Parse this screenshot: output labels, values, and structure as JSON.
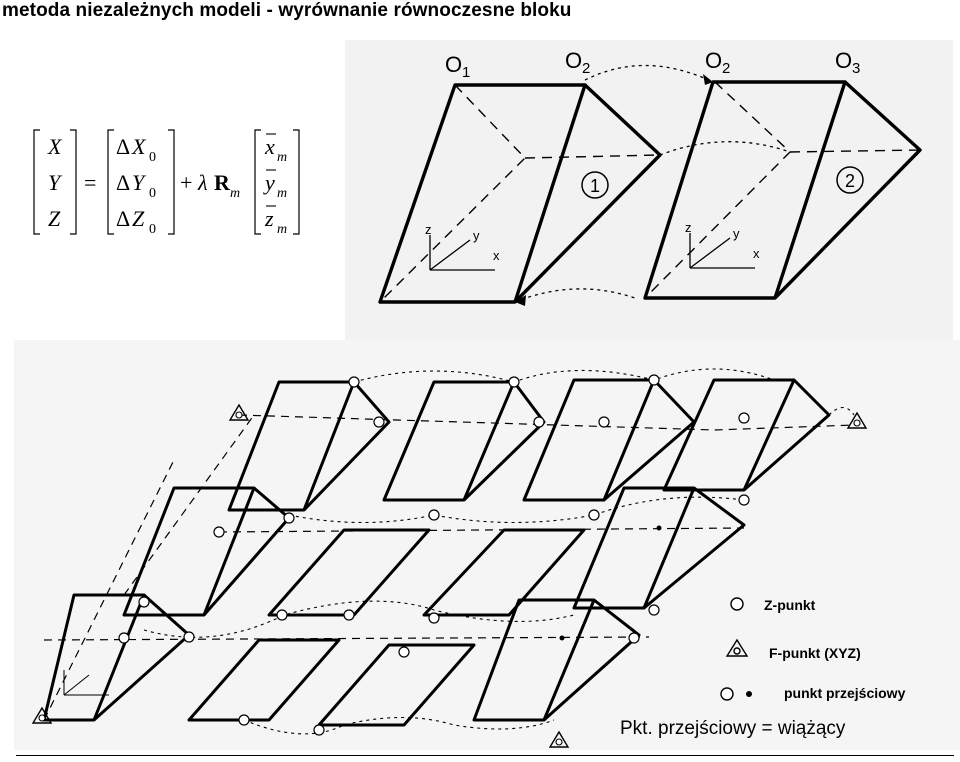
{
  "title": "metoda niezależnych modeli - wyrównanie równoczesne bloku",
  "formula": {
    "lhs": [
      "X",
      "Y",
      "Z"
    ],
    "equals": "=",
    "delta": "Δ",
    "shift": [
      "X",
      "Y",
      "Z"
    ],
    "shift_sub": "0",
    "plus": "+",
    "lambda": "λ",
    "rot": "R",
    "rot_sub": "m",
    "model": [
      "x",
      "y",
      "z"
    ],
    "model_sub": "m"
  },
  "top_figure": {
    "labels": [
      "O",
      "O",
      "O",
      "O"
    ],
    "label_subs": [
      "1",
      "2",
      "2",
      "3"
    ],
    "model_numbers": [
      "1",
      "2"
    ],
    "axis_labels": [
      "z",
      "y",
      "x"
    ]
  },
  "legend": {
    "z_point": "Z-punkt",
    "f_point": "F-punkt (XYZ)",
    "tie_point": "punkt przejściowy"
  },
  "caption": "Pkt. przejściowy = wiążący"
}
